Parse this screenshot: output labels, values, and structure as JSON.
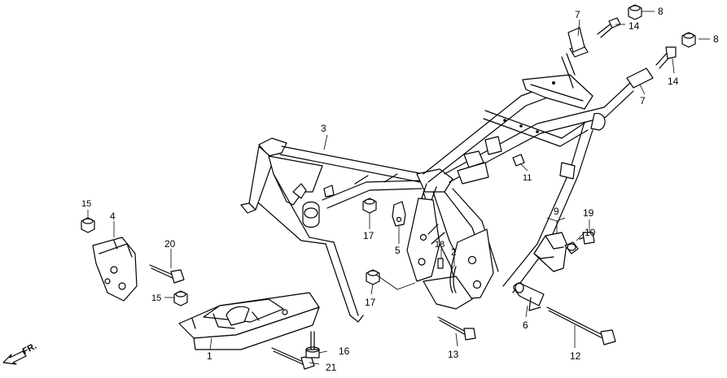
{
  "direction": {
    "label": "FR."
  },
  "callouts": [
    {
      "id": "p1",
      "label": "1"
    },
    {
      "id": "p2",
      "label": "2"
    },
    {
      "id": "p3",
      "label": "3"
    },
    {
      "id": "p4",
      "label": "4"
    },
    {
      "id": "p5",
      "label": "5"
    },
    {
      "id": "p6",
      "label": "6"
    },
    {
      "id": "p7a",
      "label": "7"
    },
    {
      "id": "p7b",
      "label": "7"
    },
    {
      "id": "p8a",
      "label": "8"
    },
    {
      "id": "p8b",
      "label": "8"
    },
    {
      "id": "p9",
      "label": "9"
    },
    {
      "id": "p10",
      "label": "10"
    },
    {
      "id": "p11",
      "label": "11"
    },
    {
      "id": "p12",
      "label": "12"
    },
    {
      "id": "p13",
      "label": "13"
    },
    {
      "id": "p14a",
      "label": "14"
    },
    {
      "id": "p14b",
      "label": "14"
    },
    {
      "id": "p15a",
      "label": "15"
    },
    {
      "id": "p15b",
      "label": "15"
    },
    {
      "id": "p16",
      "label": "16"
    },
    {
      "id": "p17a",
      "label": "17"
    },
    {
      "id": "p17b",
      "label": "17"
    },
    {
      "id": "p18",
      "label": "18"
    },
    {
      "id": "p19",
      "label": "19"
    },
    {
      "id": "p20",
      "label": "20"
    },
    {
      "id": "p21",
      "label": "21"
    }
  ]
}
